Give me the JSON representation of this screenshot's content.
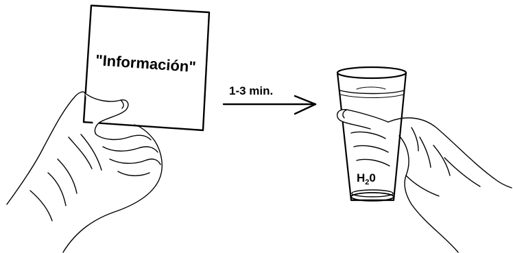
{
  "card": {
    "text": "\"Información\""
  },
  "arrow": {
    "label": "1-3 min."
  },
  "glass": {
    "label_main": "H",
    "label_sub": "2",
    "label_end": "0"
  },
  "icons": [
    "card-icon",
    "hand-left-icon",
    "arrow-right-icon",
    "water-glass-icon",
    "hand-right-icon"
  ]
}
